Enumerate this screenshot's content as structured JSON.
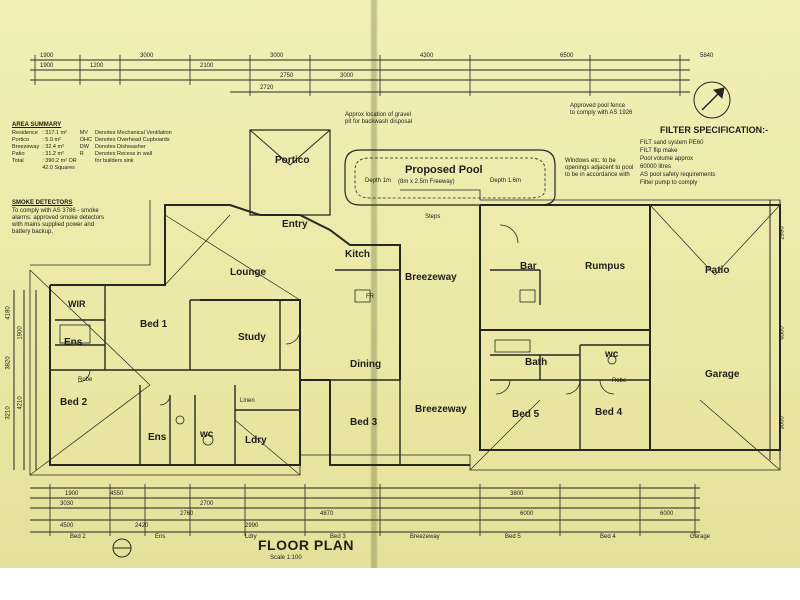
{
  "title": "FLOOR PLAN",
  "scale": "Scale 1:100",
  "rooms": {
    "portico": "Portico",
    "entry": "Entry",
    "lounge": "Lounge",
    "kitch": "Kitch",
    "bed1": "Bed 1",
    "study": "Study",
    "ens1": "Ens",
    "wir": "WIR",
    "bed2": "Bed 2",
    "ens2": "Ens",
    "wc1": "wc",
    "ldry": "Ldry",
    "dining": "Dining",
    "bed3": "Bed 3",
    "breezeway_top": "Breezeway",
    "breezeway_mid": "Breezeway",
    "bar": "Bar",
    "rumpus": "Rumpus",
    "patio": "Patio",
    "bath": "Bath",
    "wc2": "wc",
    "bed5": "Bed 5",
    "bed4": "Bed 4",
    "garage": "Garage",
    "pool": "Proposed Pool",
    "pool_size": "(8m x 2.5m Freeway)",
    "depth_a": "Depth 1m",
    "depth_b": "Depth 1.6m"
  },
  "area_summary": {
    "heading": "AREA SUMMARY",
    "rows": [
      {
        "label": "Residence",
        "value": ": 317.1 m²"
      },
      {
        "label": "Portico",
        "value": ": 5.0 m²"
      },
      {
        "label": "Breezeway",
        "value": ": 32.4 m²"
      },
      {
        "label": "Patio",
        "value": ": 31.2 m²"
      },
      {
        "label": "Total",
        "value": ": 390.2 m² OR"
      },
      {
        "label": "",
        "value": "42.0 Squares"
      }
    ],
    "legend": [
      {
        "code": "MV",
        "desc": "Denotes Mechanical Ventilation"
      },
      {
        "code": "OHC",
        "desc": "Denotes Overhead Cupboards"
      },
      {
        "code": "DW",
        "desc": "Denotes Dishwasher"
      },
      {
        "code": "R",
        "desc": "Denotes Recess in wall"
      },
      {
        "code": "",
        "desc": "for builders sink"
      }
    ]
  },
  "smoke": {
    "heading": "SMOKE DETECTORS",
    "text1": "To comply with AS 3786 - smoke",
    "text2": "alarms: approved smoke detectors",
    "text3": "with mains supplied power and",
    "text4": "battery backup."
  },
  "filter": {
    "heading": "FILTER SPECIFICATION:-",
    "lines": [
      "FILT sand system PE60",
      "FILT flip make",
      "Pool volume approx",
      "60000 litres",
      "AS pool safety requirements",
      "Filter pump to comply"
    ]
  },
  "pool_notes": {
    "note1": "Approx location of gravel",
    "note2": "pit for backwash disposal",
    "note3": "Approved pool fence",
    "note4": "to comply with AS 1926",
    "note5": "Windows etc. to be",
    "note6": "openings adjacent to pool",
    "note7": "to be in accordance with"
  },
  "top_dims": [
    "1900",
    "1900",
    "1200",
    "3000",
    "2100",
    "3000",
    "4300",
    "2720",
    "5840",
    "6500",
    "2750",
    "3000"
  ],
  "bottom_dims": [
    "1900",
    "3030",
    "4550",
    "2700",
    "4870",
    "3800",
    "6000",
    "2420",
    "2760",
    "2990",
    "4500",
    "6000"
  ],
  "bottom_labels": [
    "Bed 2",
    "Ens",
    "Ldry",
    "Bed 3",
    "Breezeway",
    "Bed 5",
    "Bed 4",
    "Garage"
  ],
  "side_dims": [
    "4180",
    "3820",
    "3210",
    "1900",
    "4210",
    "2990",
    "6500",
    "3000"
  ],
  "misc": {
    "steps": "Steps",
    "fr": "FR",
    "robe1": "Robe",
    "robe2": "Robe",
    "linen": "Linen",
    "north": "N"
  }
}
